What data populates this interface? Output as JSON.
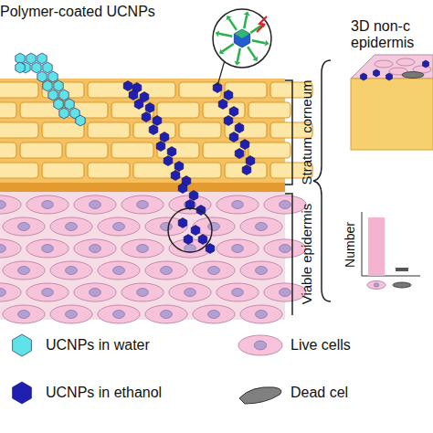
{
  "diagram": {
    "labels": [
      "Polymer-coated UCNPs",
      "3D non-c",
      "epidermis",
      "Stratum corneum",
      "Viable epidermis",
      "Number"
    ],
    "legend": [
      {
        "text": "UCNPs in water",
        "color": "#5fe3e6"
      },
      {
        "text": "UCNPs in ethanol",
        "color": "#1f1fb0"
      },
      {
        "text": "Live cells"
      },
      {
        "text": "Dead cel"
      }
    ]
  }
}
